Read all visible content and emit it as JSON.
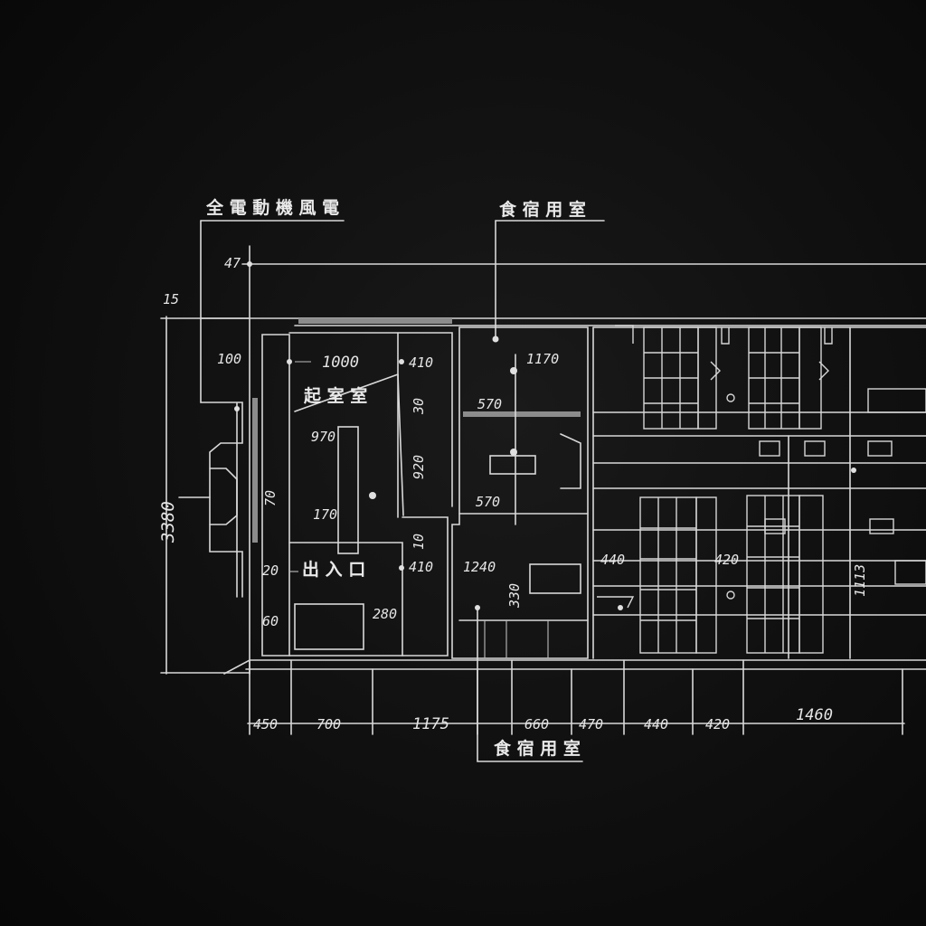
{
  "drawing": {
    "labels": {
      "top_left": "全 電 動 機 風 電",
      "top_right": "食 宿 用 室",
      "bottom": "食 宿 用 室",
      "room_a": "起 室 室",
      "room_entrance": "出 入 口"
    },
    "overall_height": "3380",
    "top_dim": "47",
    "left_small": "15",
    "interior_dims": {
      "d100": "100",
      "d1000": "1000",
      "d410a": "410",
      "d1170": "1170",
      "d570a": "570",
      "d970": "970",
      "d30": "30",
      "d920": "920",
      "d570b": "570",
      "d70": "70",
      "d170": "170",
      "d10": "10",
      "d410b": "410",
      "d1240": "1240",
      "d330": "330",
      "d280": "280",
      "d60": "60",
      "d20": "20",
      "d440r": "440",
      "d420r": "420",
      "d1113": "1113"
    },
    "bottom_dims": [
      "450",
      "700",
      "1175",
      "660",
      "470",
      "440",
      "420",
      "1460"
    ]
  },
  "colors": {
    "background": "#0b0b0b",
    "linework": "#d8d8d8",
    "wall_fill": "#8c8c8c"
  }
}
